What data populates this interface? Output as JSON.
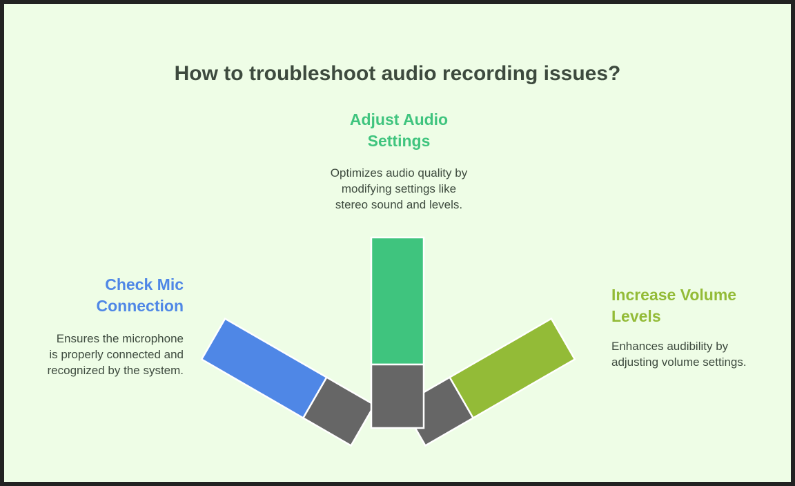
{
  "title": "How to troubleshoot audio recording issues?",
  "colors": {
    "background": "#eefde6",
    "frame": "#222222",
    "text": "#3d4a3e",
    "block": "#666666",
    "block_stroke": "#ffffff"
  },
  "items": [
    {
      "id": "top",
      "label_lines": [
        "Adjust Audio",
        "Settings"
      ],
      "desc_lines": [
        "Optimizes audio quality by",
        "modifying settings like",
        "stereo sound and levels."
      ],
      "color": "#3fc47e"
    },
    {
      "id": "left",
      "label_lines": [
        "Check Mic",
        "Connection"
      ],
      "desc_lines": [
        "Ensures the microphone",
        "is properly connected and",
        "recognized by the system."
      ],
      "color": "#4f87e6"
    },
    {
      "id": "right",
      "label_lines": [
        "Increase Volume",
        "Levels"
      ],
      "desc_lines": [
        "Enhances audibility by",
        "adjusting volume settings."
      ],
      "color": "#93bb37"
    }
  ]
}
